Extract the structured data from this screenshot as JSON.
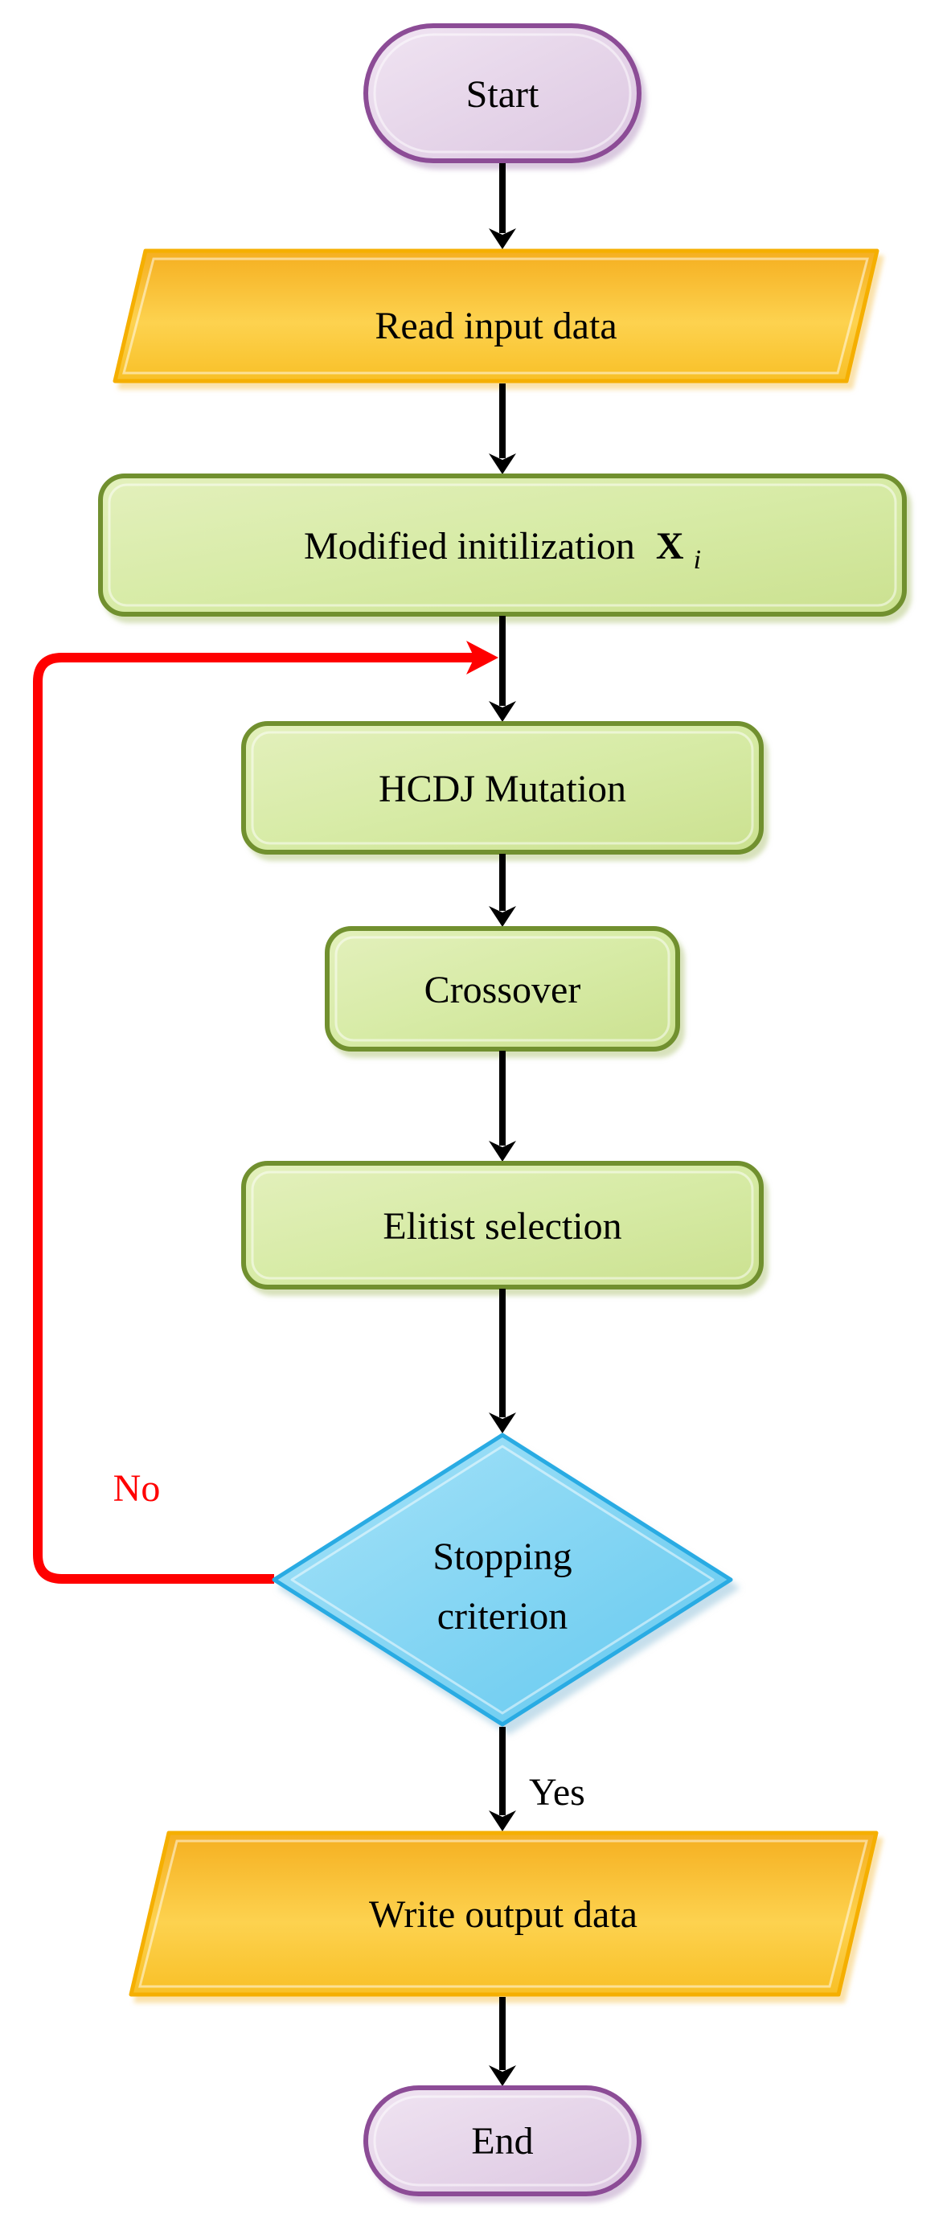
{
  "diagram": {
    "nodes": {
      "start": {
        "label": "Start"
      },
      "read_input": {
        "label": "Read input data"
      },
      "init": {
        "label": "Modified initilization",
        "var": "X",
        "var_sub": "i"
      },
      "mutation": {
        "label": "HCDJ Mutation"
      },
      "crossover": {
        "label": "Crossover"
      },
      "selection": {
        "label": "Elitist selection"
      },
      "decision": {
        "line1": "Stopping",
        "line2": "criterion"
      },
      "write_output": {
        "label": "Write output data"
      },
      "end": {
        "label": "End"
      }
    },
    "edges": {
      "yes_label": "Yes",
      "no_label": "No"
    },
    "colors": {
      "terminator_fill": "#E3D2E6",
      "terminator_border": "#8C4C96",
      "io_fill": "#FDD14E",
      "io_border": "#F5AF00",
      "process_fill": "#D7EBA6",
      "process_border": "#71902F",
      "decision_fill": "#87D7F5",
      "decision_border": "#29ABE3",
      "loop_color": "#FF0000",
      "arrow_color": "#000000",
      "text_color": "#000000"
    }
  }
}
